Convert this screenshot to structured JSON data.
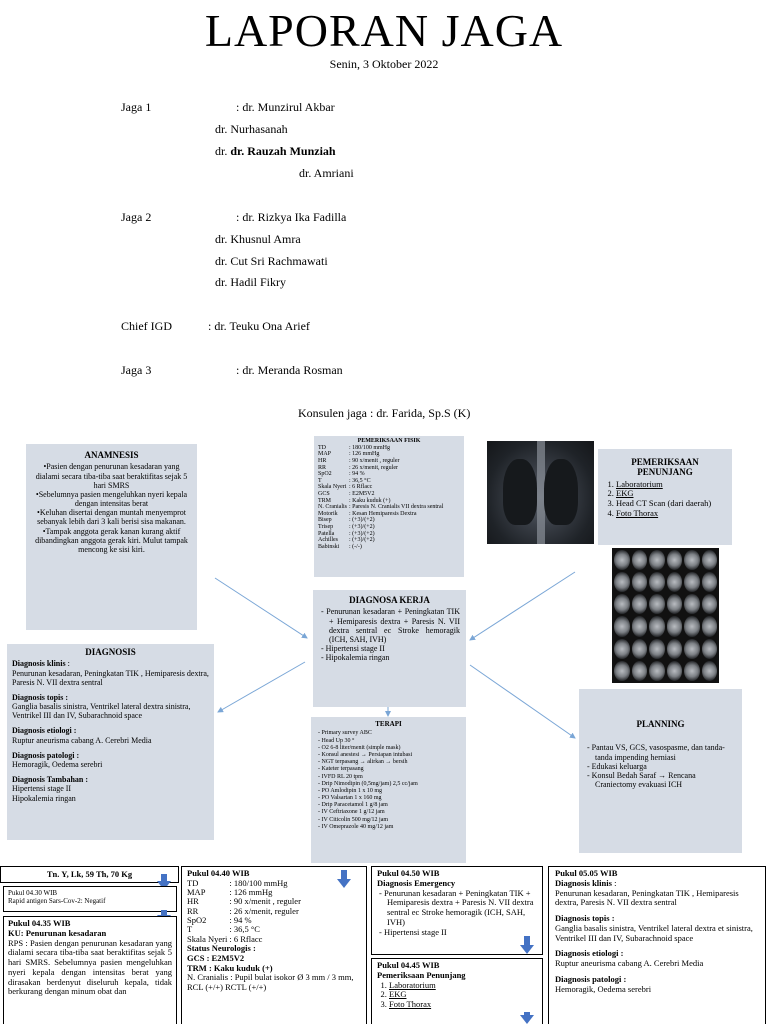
{
  "header": {
    "title": "LAPORAN JAGA",
    "date": "Senin, 3 Oktober 2022"
  },
  "staff": {
    "jaga1_label": "Jaga 1",
    "jaga1_lines": [
      ": dr. Munzirul Akbar",
      "dr. Nurhasanah",
      "dr. ",
      "dr. Rauzah Munziah",
      "dr. Amriani"
    ],
    "jaga2_label": "Jaga 2",
    "jaga2_lines": [
      ": dr. Rizkya Ika Fadilla",
      "dr. Khusnul Amra",
      "dr. Cut Sri Rachmawati",
      "dr. Hadil Fikry"
    ],
    "chief_label": "Chief  IGD",
    "chief_value": ": dr. Teuku Ona Arief",
    "jaga3_label": "Jaga 3",
    "jaga3_value": ": dr. Meranda Rosman",
    "konsulen": "Konsulen jaga :  dr. Farida, Sp.S (K)"
  },
  "anamnesis": {
    "title": "ANAMNESIS",
    "items": [
      "Pasien dengan penurunan kesadaran yang dialami secara tiba-tiba saat beraktifitas sejak 5 hari SMRS",
      "Sebelumnya pasien mengeluhkan nyeri kepala dengan intensitas berat",
      "Keluhan disertai dengan muntah menyemprot sebanyak lebih dari 3 kali berisi sisa makanan.",
      "Tampak anggota gerak kanan kurang aktif dibandingkan anggota gerak kiri. Mulut tampak mencong ke sisi kiri."
    ]
  },
  "pemeriksaan_fisik": {
    "title": "PEMERIKSAAN FISIK",
    "rows": [
      [
        "TD",
        ": 180/100 mmHg"
      ],
      [
        "MAP",
        ": 126 mmHg"
      ],
      [
        "HR",
        ": 90 x/menit , reguler"
      ],
      [
        "RR",
        ": 26 x/menit, reguler"
      ],
      [
        "SpO2",
        ": 94 %"
      ],
      [
        "T",
        ": 36,5 °C"
      ],
      [
        "Skala Nyeri",
        ":         6 Rflacc"
      ],
      [
        "GCS",
        ": E2M5V2"
      ],
      [
        "TRM",
        ": Kaku kuduk (+)"
      ],
      [
        "N. Cranialis",
        ":        Paresis N. Cranialis VII dextra sentral"
      ],
      [
        "Motorik",
        ": Kesan Hemiparesis Dextra"
      ],
      [
        "Bisep",
        ": (+3)/(+2)"
      ],
      [
        "Trisep",
        ": (+3)/(+2)"
      ],
      [
        "Patella",
        ": (+3)/(+2)"
      ],
      [
        "Achilles",
        ": (+3)/(+2)"
      ],
      [
        "Babinski",
        ": (-/-)"
      ]
    ]
  },
  "penunjang": {
    "title": "PEMERIKSAAN PENUNJANG",
    "items": [
      "Laboratorium",
      "EKG",
      "Head CT Scan (dari daerah)",
      "Foto Thorax"
    ]
  },
  "diagnosa_kerja": {
    "title": "DIAGNOSA KERJA",
    "items": [
      "Penurunan kesadaran + Peningkatan TIK + Hemiparesis dextra + Paresis N. VII dextra sentral ec Stroke hemoragik (ICH, SAH, IVH)",
      "Hipertensi stage II",
      "Hipokalemia ringan"
    ]
  },
  "diagnosis": {
    "title": "DIAGNOSIS",
    "klinis_label": "Diagnosis klinis",
    "klinis": "Penurunan kesadaran, Peningkatan TIK , Hemiparesis dextra, Paresis N. VII dextra sentral",
    "topis_label": "Diagnosis topis",
    "topis": "Ganglia basalis sinistra, Ventrikel lateral dextra sinistra, Ventrikel III dan IV, Subarachnoid space",
    "etiologi_label": "Diagnosis etiologi",
    "etiologi": "Ruptur aneurisma cabang A. Cerebri Media",
    "patologi_label": "Diagnosis patologi",
    "patologi": "Hemoragik, Oedema serebri",
    "tambahan_label": "Diagnosis Tambahan",
    "tambahan": [
      "Hipertensi stage II",
      "Hipokalemia ringan"
    ]
  },
  "terapi": {
    "title": "TERAPI",
    "items": [
      "Primary survey ABC",
      "Head Up 30 °",
      "O2 6-8 liter/menit (simple mask)",
      "Konsul anestesi → Persiapan intubasi",
      "NGT terpasang → alirkan → bersih",
      "Kateter terpasang",
      "IVFD RL 20 tpm",
      "Drip Nimodipin (0,5mg/jam) 2,5 cc/jam",
      "PO Amlodipin 1 x 10 mg",
      "PO Valsartan 1 x 160 mg",
      "Drip Paracetamol 1 g/8 jam",
      "IV Ceftriaxone 1 g/12 jam",
      "IV Citicolin 500 mg/12 jam",
      "IV Omeprazole 40 mg/12 jam"
    ]
  },
  "planning": {
    "title": "PLANNING",
    "items": [
      "Pantau VS, GCS, vasospasme, dan tanda-tanda impending herniasi",
      "Edukasi keluarga",
      "Konsul Bedah Saraf → Rencana Craniectomy evakuasi ICH"
    ]
  },
  "timeline": {
    "patient": "Tn. Y, Lk, 59 Th, 70 Kg",
    "t0430_title": "Pukul 04.30 WIB",
    "t0430_text": "Rapid antigen Sars-Cov-2: Negatif",
    "t0435_title": "Pukul 04.35 WIB",
    "t0435_ku": "KU: Penurunan kesadaran",
    "t0435_rps": "RPS : Pasien dengan penurunan kesadaran yang dialami secara tiba-tiba saat beraktifitas sejak 5 hari SMRS. Sebelumnya pasien mengeluhkan nyeri kepala dengan intensitas berat yang dirasakan berdenyut diseluruh kepala, tidak berkurang dengan minum obat dan",
    "t0440_title": "Pukul 04.40 WIB",
    "t0440_rows": [
      [
        "TD",
        ": 180/100 mmHg"
      ],
      [
        "MAP",
        ": 126 mmHg"
      ],
      [
        "HR",
        ": 90 x/menit , reguler"
      ],
      [
        "RR",
        ": 26 x/menit, reguler"
      ],
      [
        "SpO2",
        ": 94 %"
      ],
      [
        "T",
        ": 36,5 °C"
      ],
      [
        "Skala Nyeri",
        ":        6 Rflacc"
      ]
    ],
    "t0440_status": "Status Neurologis :",
    "t0440_gcs": "GCS    : E2M5V2",
    "t0440_trm": "TRM   : Kaku kuduk (+)",
    "t0440_nc": "N. Cranialis   : Pupil bulat isokor Ø 3 mm / 3 mm, RCL (+/+) RCTL (+/+)",
    "t0450_title": "Pukul 04.50 WIB",
    "t0450_sub": "Diagnosis Emergency",
    "t0450_items": [
      "Penurunan kesadaran + Peningkatan TIK + Hemiparesis dextra + Paresis N. VII dextra sentral ec Stroke hemoragik (ICH, SAH, IVH)",
      "Hipertensi stage II"
    ],
    "t0445_title": "Pukul 04.45  WIB",
    "t0445_sub": "Pemeriksaan Penunjang",
    "t0445_items": [
      "Laboratorium",
      "EKG",
      "Foto Thorax"
    ],
    "t0505_title": "Pukul 05.05 WIB",
    "t0505_klinis_label": "Diagnosis klinis",
    "t0505_klinis": "Penurunan kesadaran, Peningkatan TIK , Hemiparesis dextra, Paresis N. VII dextra sentral",
    "t0505_topis_label": "Diagnosis topis",
    "t0505_topis": "Ganglia basalis sinistra, Ventrikel lateral dextra et sinistra, Ventrikel III dan IV, Subarachnoid space",
    "t0505_etiologi_label": "Diagnosis etiologi",
    "t0505_etiologi": "Ruptur aneurisma cabang A. Cerebri Media",
    "t0505_patologi_label": "Diagnosis patologi",
    "t0505_patologi": "Hemoragik, Oedema serebri"
  }
}
